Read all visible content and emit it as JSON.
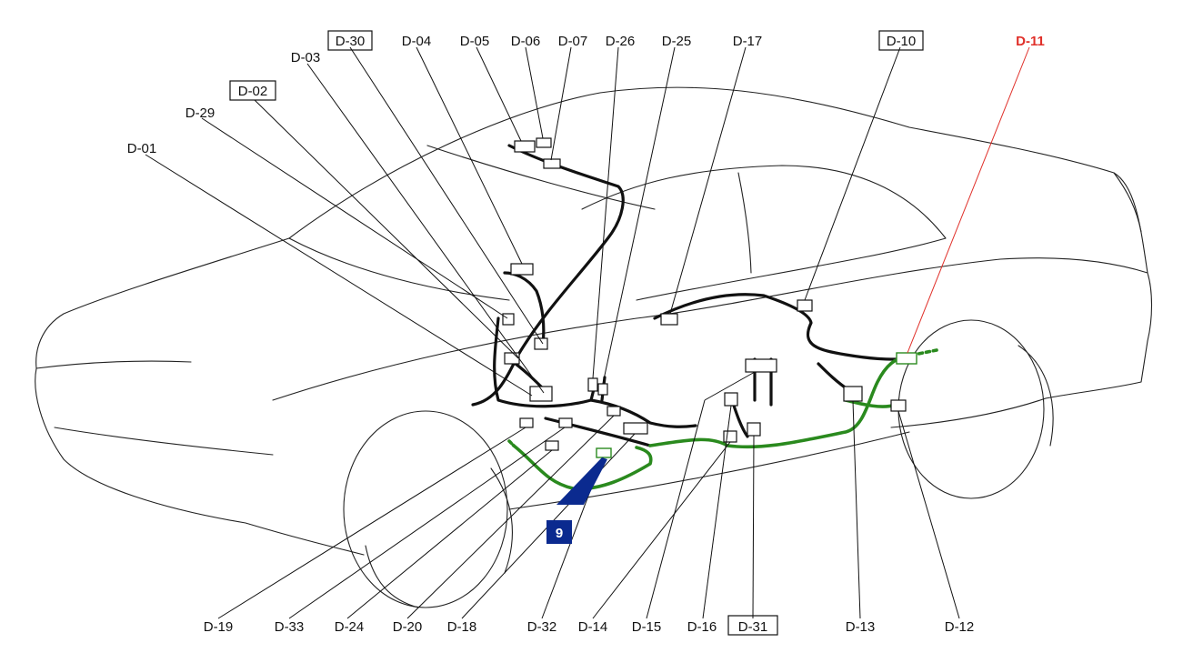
{
  "colors": {
    "harness": "#111111",
    "highlight_harness": "#2a8a1e",
    "highlight_label": "#e0302a",
    "marker": "#0b2a8f",
    "marker_text": "#ffffff"
  },
  "labels": {
    "top": [
      "D-30",
      "D-04",
      "D-05",
      "D-06",
      "D-07",
      "D-26",
      "D-25",
      "D-17",
      "D-10",
      "D-11"
    ],
    "left": [
      "D-03",
      "D-02",
      "D-29",
      "D-01"
    ],
    "bottom": [
      "D-19",
      "D-33",
      "D-24",
      "D-20",
      "D-18",
      "D-32",
      "D-14",
      "D-15",
      "D-16",
      "D-31",
      "D-13",
      "D-12"
    ]
  },
  "boxed_labels": [
    "D-30",
    "D-10",
    "D-02",
    "D-31"
  ],
  "highlighted_label": "D-11",
  "marker": {
    "number": "9"
  }
}
